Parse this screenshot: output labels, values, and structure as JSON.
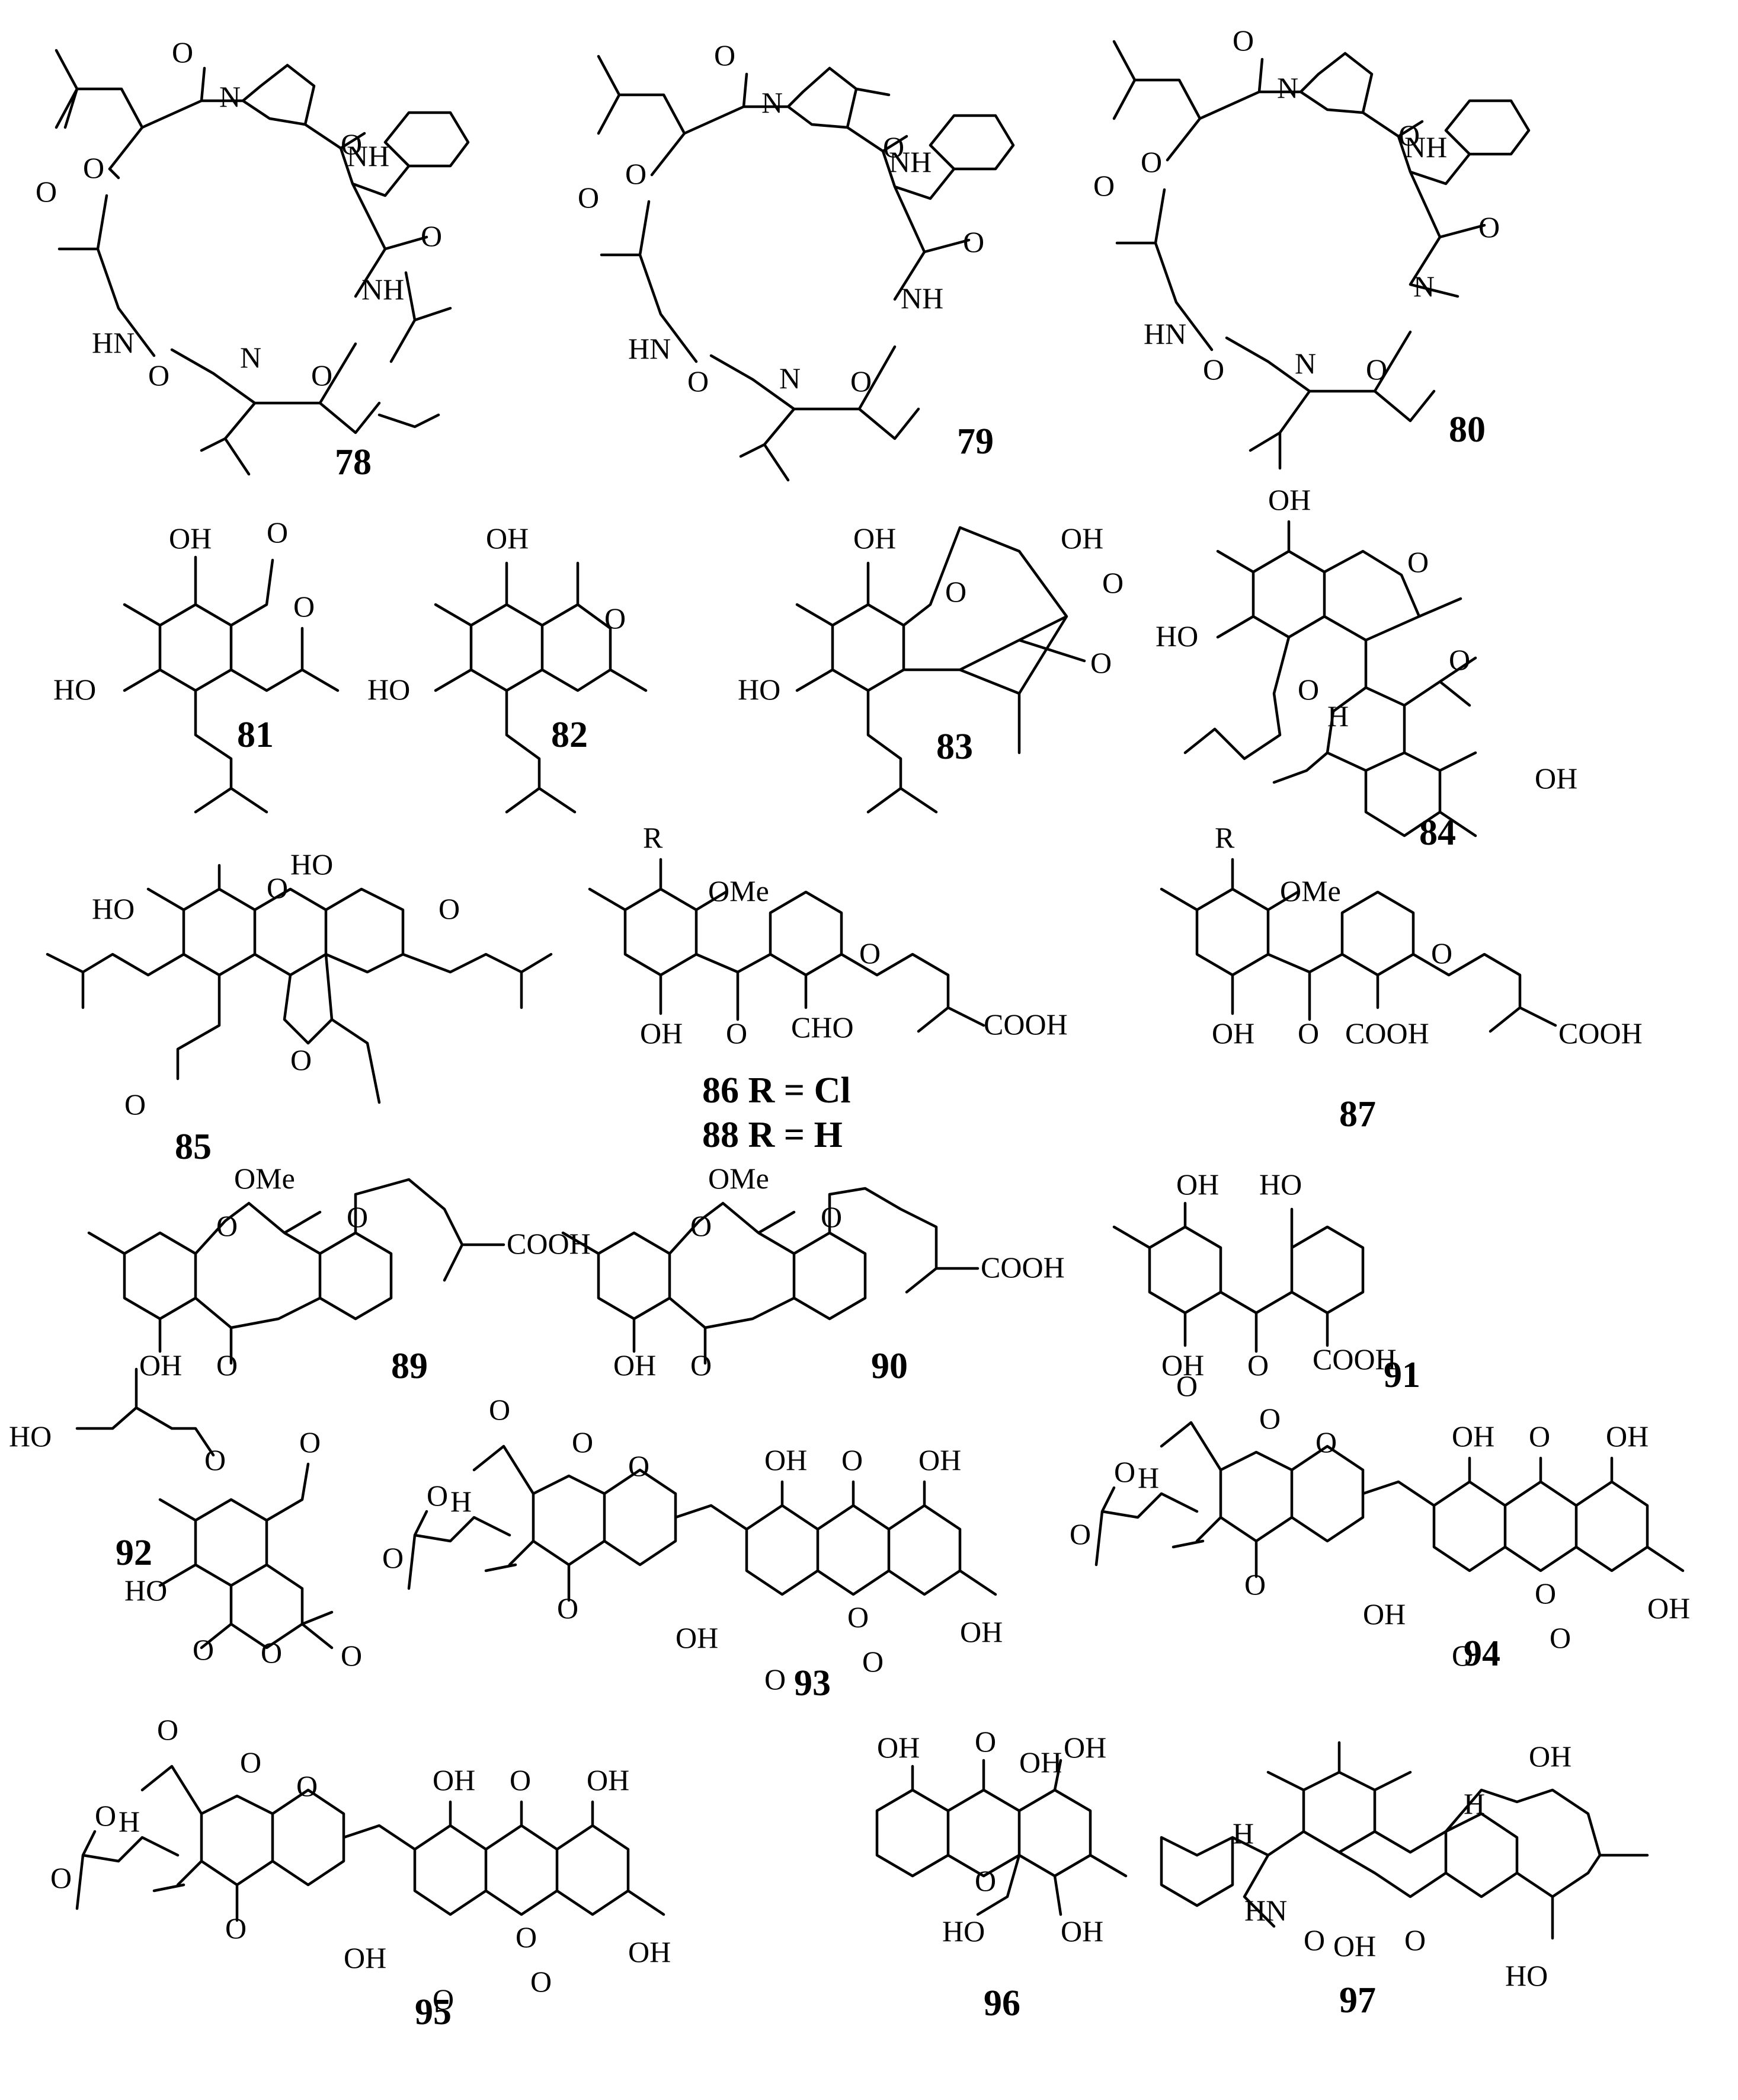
{
  "figure": {
    "compounds": [
      {
        "id": "78",
        "atoms": [
          "O",
          "O",
          "N",
          "O",
          "NH",
          "O",
          "O",
          "NH",
          "HN",
          "N",
          "O",
          "O"
        ]
      },
      {
        "id": "79",
        "atoms": [
          "O",
          "O",
          "N",
          "O",
          "NH",
          "O",
          "O",
          "NH",
          "HN",
          "N",
          "O",
          "O"
        ]
      },
      {
        "id": "80",
        "atoms": [
          "O",
          "O",
          "N",
          "O",
          "NH",
          "O",
          "O",
          "N",
          "HN",
          "N",
          "O",
          "O"
        ]
      },
      {
        "id": "81",
        "atoms": [
          "OH",
          "O",
          "O",
          "HO"
        ]
      },
      {
        "id": "82",
        "atoms": [
          "OH",
          "O",
          "HO"
        ]
      },
      {
        "id": "83",
        "atoms": [
          "OH",
          "OH",
          "O",
          "O",
          "HO",
          "O"
        ]
      },
      {
        "id": "84",
        "atoms": [
          "OH",
          "O",
          "HO",
          "O",
          "O",
          "H",
          "OH"
        ]
      },
      {
        "id": "85",
        "atoms": [
          "HO",
          "O",
          "HO",
          "O",
          "O",
          "O"
        ]
      },
      {
        "id": "86/88",
        "labels": [
          "86 R = Cl",
          "88 R = H"
        ],
        "atoms": [
          "R",
          "OMe",
          "O",
          "OH",
          "O",
          "CHO",
          "COOH"
        ]
      },
      {
        "id": "87",
        "atoms": [
          "R",
          "OMe",
          "O",
          "OH",
          "O",
          "COOH",
          "COOH"
        ]
      },
      {
        "id": "89",
        "atoms": [
          "OMe",
          "O",
          "O",
          "COOH",
          "OH",
          "O"
        ]
      },
      {
        "id": "90",
        "atoms": [
          "OMe",
          "O",
          "O",
          "COOH",
          "OH",
          "O"
        ]
      },
      {
        "id": "91",
        "atoms": [
          "OH",
          "HO",
          "OH",
          "O",
          "COOH"
        ]
      },
      {
        "id": "92",
        "atoms": [
          "HO",
          "O",
          "O",
          "HO",
          "O",
          "O",
          "O"
        ]
      },
      {
        "id": "93",
        "atoms": [
          "O",
          "O",
          "O",
          "H",
          "O",
          "O",
          "O",
          "OH",
          "OH",
          "O",
          "OH",
          "O",
          "OH",
          "O",
          "O"
        ]
      },
      {
        "id": "94",
        "atoms": [
          "O",
          "O",
          "O",
          "H",
          "O",
          "O",
          "O",
          "OH",
          "OH",
          "O",
          "OH",
          "O",
          "OH",
          "O",
          "O"
        ]
      },
      {
        "id": "95",
        "atoms": [
          "O",
          "O",
          "O",
          "H",
          "O",
          "O",
          "O",
          "OH",
          "OH",
          "O",
          "OH",
          "O",
          "OH",
          "O",
          "O"
        ]
      },
      {
        "id": "96",
        "atoms": [
          "OH",
          "O",
          "OH",
          "OH",
          "O",
          "HO",
          "OH"
        ]
      },
      {
        "id": "97",
        "atoms": [
          "OH",
          "H",
          "H",
          "HN",
          "O",
          "OH",
          "O",
          "HO"
        ]
      }
    ]
  }
}
